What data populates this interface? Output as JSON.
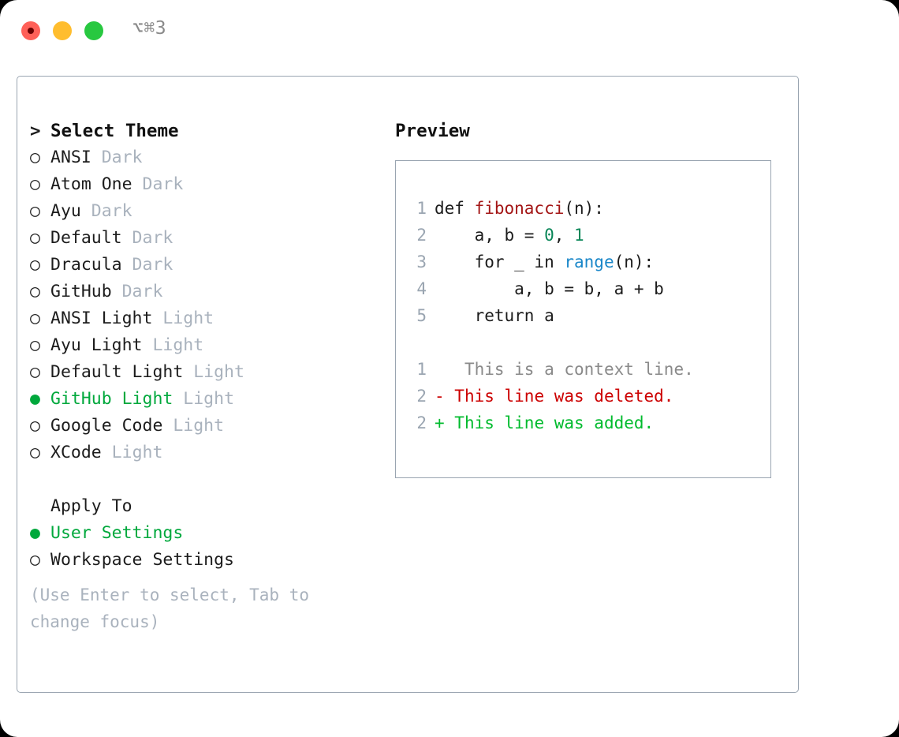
{
  "titlebar": {
    "shortcut": "⌥⌘3",
    "buttons": [
      {
        "name": "close",
        "color": "#ff6058"
      },
      {
        "name": "minimize",
        "color": "#ffbd2e"
      },
      {
        "name": "zoom",
        "color": "#28c840"
      }
    ]
  },
  "theme_picker": {
    "header": "Select Theme",
    "header_prefix": ">",
    "marker_selected": "●",
    "marker_unselected": "○",
    "items": [
      {
        "name": "ANSI",
        "tag": "Dark",
        "selected": false
      },
      {
        "name": "Atom One",
        "tag": "Dark",
        "selected": false
      },
      {
        "name": "Ayu",
        "tag": "Dark",
        "selected": false
      },
      {
        "name": "Default",
        "tag": "Dark",
        "selected": false
      },
      {
        "name": "Dracula",
        "tag": "Dark",
        "selected": false
      },
      {
        "name": "GitHub",
        "tag": "Dark",
        "selected": false
      },
      {
        "name": "ANSI Light",
        "tag": "Light",
        "selected": false
      },
      {
        "name": "Ayu Light",
        "tag": "Light",
        "selected": false
      },
      {
        "name": "Default Light",
        "tag": "Light",
        "selected": false
      },
      {
        "name": "GitHub Light",
        "tag": "Light",
        "selected": true
      },
      {
        "name": "Google Code",
        "tag": "Light",
        "selected": false
      },
      {
        "name": "XCode",
        "tag": "Light",
        "selected": false
      }
    ]
  },
  "apply_to": {
    "header": "Apply To",
    "items": [
      {
        "name": "User Settings",
        "selected": true
      },
      {
        "name": "Workspace Settings",
        "selected": false
      }
    ]
  },
  "hint": "(Use Enter to select, Tab to change focus)",
  "preview": {
    "title": "Preview",
    "code_lines": [
      {
        "num": "1",
        "tokens": [
          {
            "text": "def ",
            "kind": "plain"
          },
          {
            "text": "fibonacci",
            "kind": "fn"
          },
          {
            "text": "(n):",
            "kind": "plain"
          }
        ]
      },
      {
        "num": "2",
        "tokens": [
          {
            "text": "    a, b = ",
            "kind": "plain"
          },
          {
            "text": "0",
            "kind": "num"
          },
          {
            "text": ", ",
            "kind": "plain"
          },
          {
            "text": "1",
            "kind": "num"
          }
        ]
      },
      {
        "num": "3",
        "tokens": [
          {
            "text": "    for _ in ",
            "kind": "plain"
          },
          {
            "text": "range",
            "kind": "call"
          },
          {
            "text": "(n):",
            "kind": "plain"
          }
        ]
      },
      {
        "num": "4",
        "tokens": [
          {
            "text": "        a, b = b, a + b",
            "kind": "plain"
          }
        ]
      },
      {
        "num": "5",
        "tokens": [
          {
            "text": "    return a",
            "kind": "plain"
          }
        ]
      }
    ],
    "diff_lines": [
      {
        "num": "1",
        "sign": " ",
        "text": "  This is a context line.",
        "kind": "ctx"
      },
      {
        "num": "2",
        "sign": "-",
        "text": " This line was deleted.",
        "kind": "del"
      },
      {
        "num": "2",
        "sign": "+",
        "text": " This line was added.",
        "kind": "add"
      }
    ]
  },
  "colors": {
    "selected_green": "#00a83c",
    "tag_gray": "#a9b2bd",
    "border": "#9aa5b1",
    "diff_added": "#00bb2d",
    "diff_deleted": "#cc0000",
    "fn_red": "#a31515",
    "num_teal": "#098658",
    "call_blue": "#1a87c9"
  }
}
